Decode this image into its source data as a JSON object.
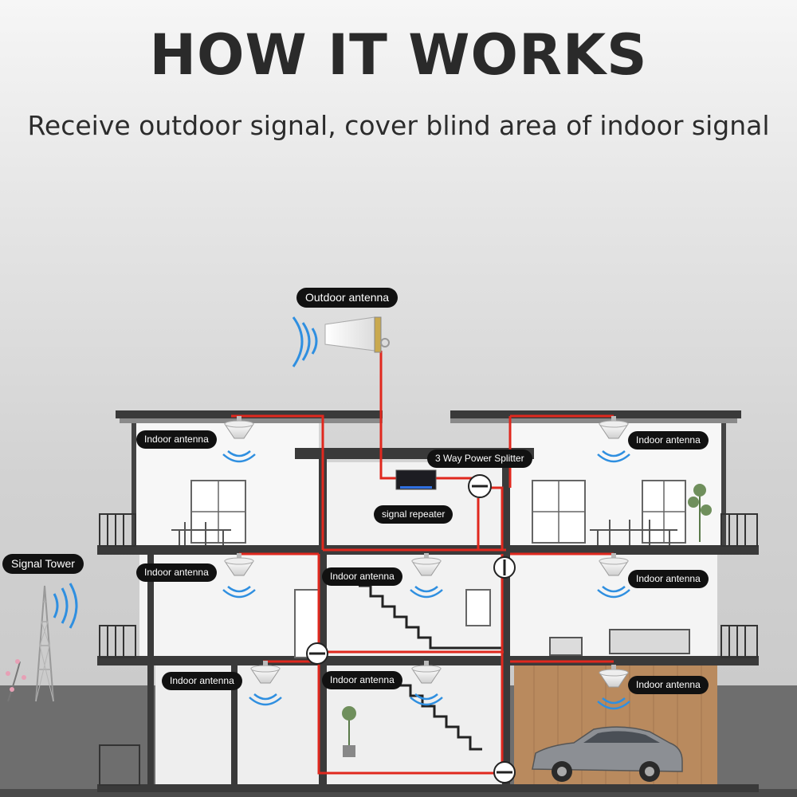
{
  "header": {
    "title": "HOW IT WORKS",
    "subtitle": "Receive outdoor signal, cover blind area of indoor signal"
  },
  "labels": {
    "outdoor_antenna": "Outdoor antenna",
    "signal_tower": "Signal Tower",
    "power_splitter": "3 Way Power Splitter",
    "signal_repeater": "signal repeater",
    "indoor_antenna": "Indoor antenna"
  },
  "colors": {
    "cable": "#e0281e",
    "signal_wave": "#2f8fe0",
    "label_bg": "#111111",
    "wall": "#f7f7f7",
    "frame": "#3a3a3a",
    "garage_wood": "#b98a5e"
  },
  "icons": [
    "antenna-panel-icon",
    "signal-tower-icon",
    "ceiling-antenna-icon",
    "signal-wave-icon",
    "splitter-icon",
    "repeater-icon",
    "car-icon"
  ]
}
